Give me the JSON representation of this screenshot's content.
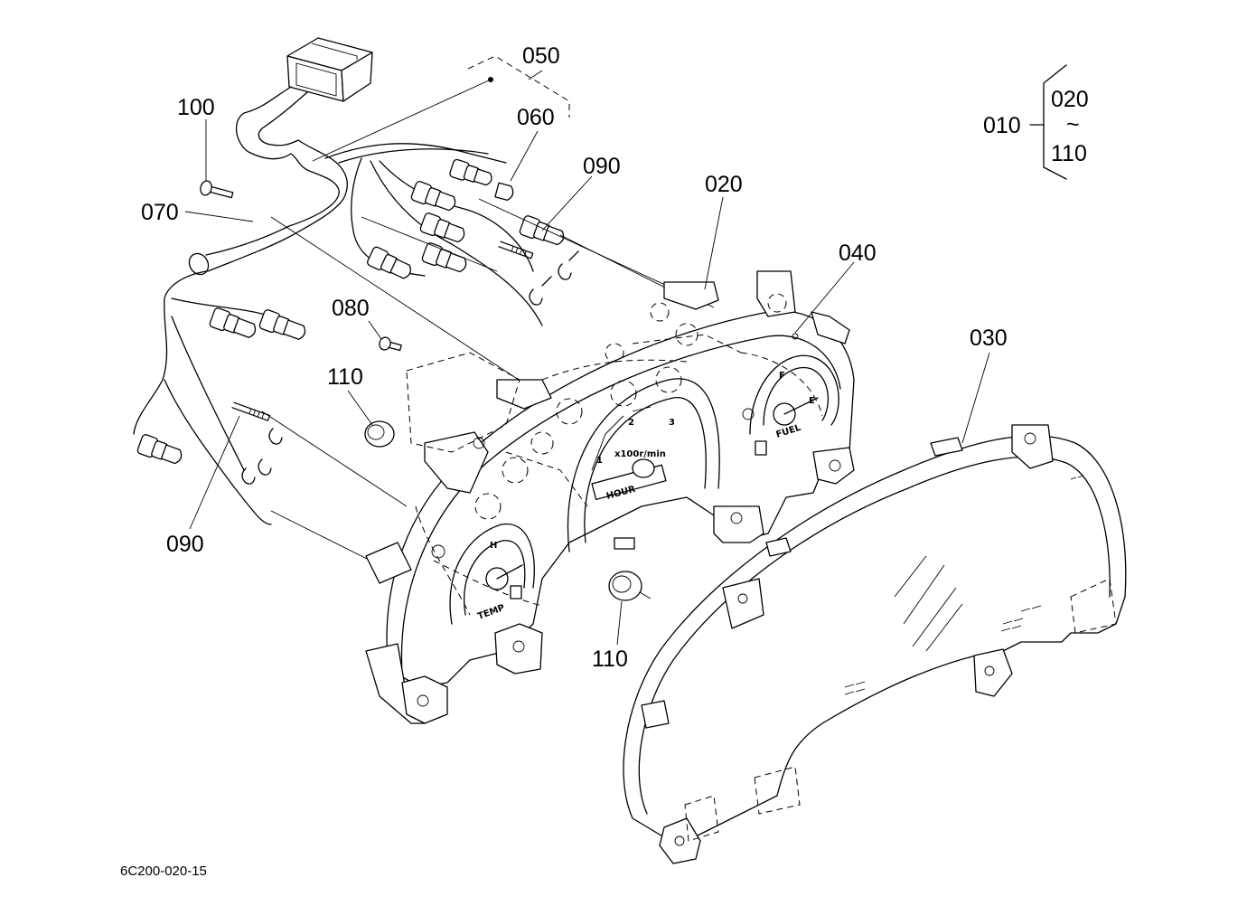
{
  "labels": {
    "p010": "010",
    "p020_range_start": "020",
    "p020_range_tilde": "~",
    "p020_range_end": "110",
    "p050": "050",
    "p060": "060",
    "p090_top": "090",
    "p100": "100",
    "p070": "070",
    "p020": "020",
    "p040": "040",
    "p080": "080",
    "p110_left": "110",
    "p030": "030",
    "p090_bottom": "090",
    "p110_bottom": "110"
  },
  "drawing_code": "6C200-020-15",
  "gauge_text": {
    "fuel": "FUEL",
    "temp": "TEMP",
    "tacho": "x100r/min",
    "hour": "HOUR"
  },
  "colors": {
    "line": "#000000",
    "background": "#ffffff"
  }
}
